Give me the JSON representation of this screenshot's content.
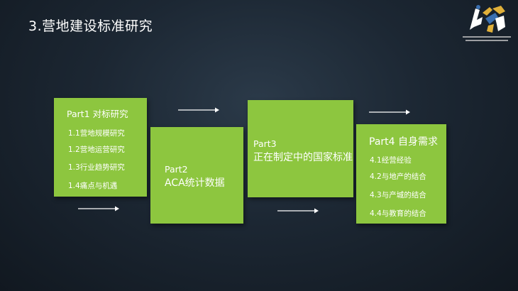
{
  "slide": {
    "title": "3.营地建设标准研究"
  },
  "logo": {
    "icon": "brand-logo-icon",
    "colors": [
      "#e0b03a",
      "#3a6fb0",
      "#ffffff"
    ]
  },
  "parts": [
    {
      "title": "Part1  对标研究",
      "items": [
        "1.1营地规模研究",
        "1.2营地运营研究",
        "1.3行业趋势研究",
        "1.4痛点与机遇"
      ]
    },
    {
      "title": "Part2",
      "subtitle": "ACA统计数据"
    },
    {
      "title": "Part3",
      "subtitle": "正在制定中的国家标准"
    },
    {
      "title": "Part4  自身需求",
      "items": [
        "4.1经营经验",
        "4.2与地产的结合",
        "4.3与产城的结合",
        "4.4与教育的结合"
      ]
    }
  ],
  "colors": {
    "box_green": "#8dc63f",
    "background": "#1c2733",
    "text": "#ffffff"
  }
}
